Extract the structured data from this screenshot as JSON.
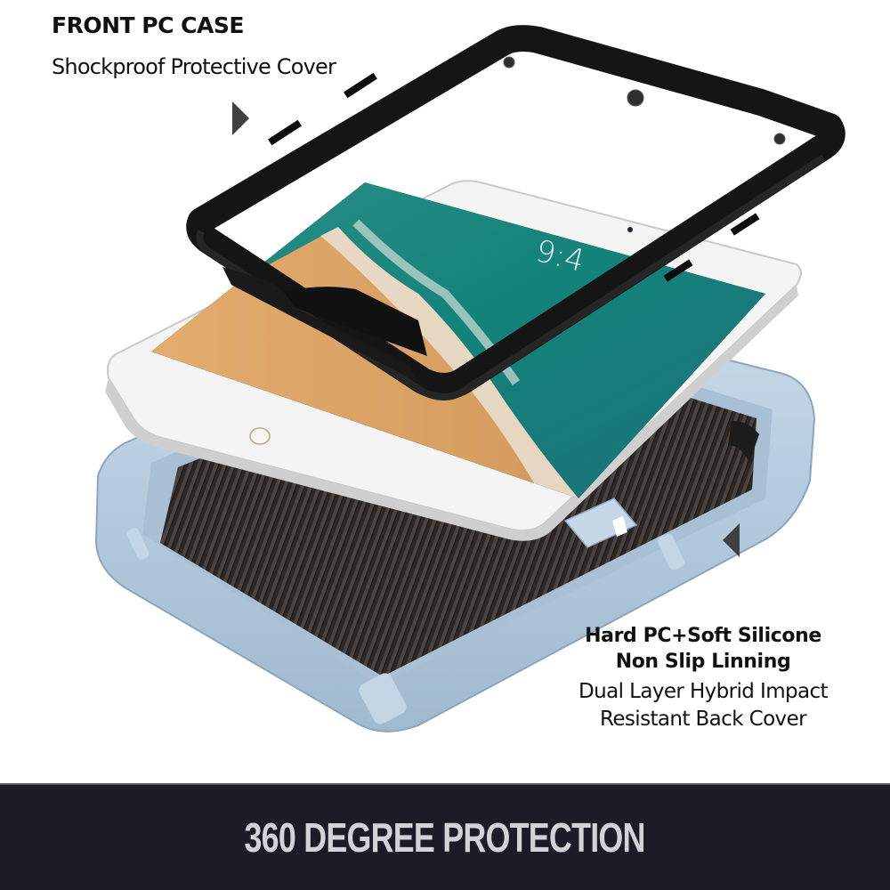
{
  "top_label": {
    "title": "FRONT PC CASE",
    "subtitle": "Shockproof Protective Cover"
  },
  "bottom_label": {
    "title_line1": "Hard PC+Soft Silicone",
    "title_line2": "Non Slip Linning",
    "subtitle_line1": "Dual Layer Hybrid Impact",
    "subtitle_line2": "Resistant Back Cover"
  },
  "banner": {
    "text": "360 DEGREE PROTECTION"
  },
  "product": {
    "lockscreen_time": "9:4",
    "components": [
      "front-pc-frame",
      "tablet",
      "silicone-back-cover"
    ]
  },
  "colors": {
    "frame": "#141414",
    "bumper": "#b7cde0",
    "bumper_shadow": "#93adc4",
    "carbon": "#2a2624",
    "tablet_body": "#f2f2f2",
    "screen_sea": "#1f8f84",
    "screen_sand": "#d9a468",
    "arrow": "#404040",
    "banner_bg": "#1b1c27",
    "banner_text": "#d2d3d7"
  }
}
